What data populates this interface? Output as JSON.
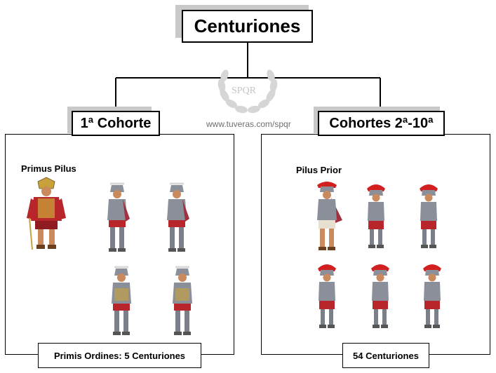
{
  "root": {
    "title": "Centuriones"
  },
  "watermark": {
    "logo_text": "SPQR",
    "url": "www.tuveras.com/spqr"
  },
  "left": {
    "title": "1ª Cohorte",
    "leader_label": "Primus Pilus",
    "footer": "Primis Ordines: 5 Centuriones"
  },
  "right": {
    "title": "Cohortes 2ª-10ª",
    "leader_label": "Pilus Prior",
    "footer": "54 Centuriones"
  },
  "colors": {
    "connector": "#000000",
    "title_shadow": "#c8c8c8",
    "tunic_red": "#b8252a",
    "armor_grey": "#8a8f99",
    "crest_red": "#d21f1f",
    "gold": "#c9a13a",
    "skin": "#c98a5e",
    "cape": "#a23040"
  },
  "icons": [
    "laurel-wreath-icon",
    "roman-soldier-icon"
  ]
}
